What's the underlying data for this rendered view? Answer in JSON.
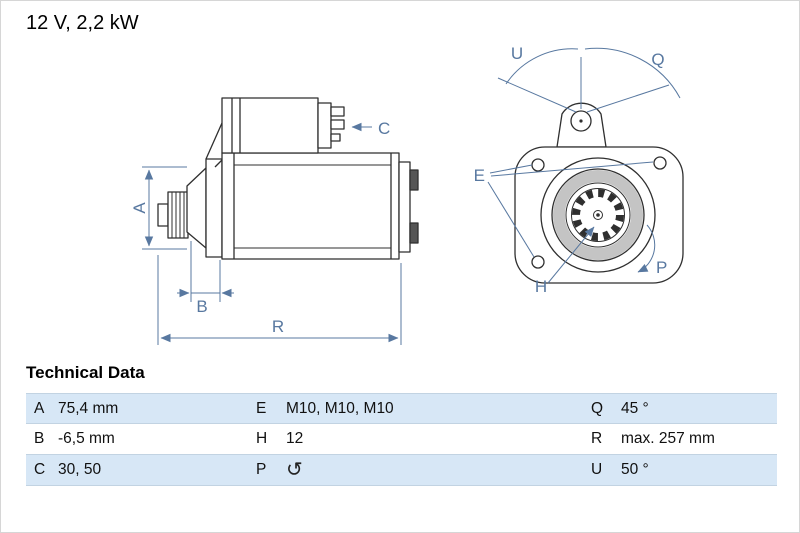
{
  "colors": {
    "accent_blue": "#5878a0",
    "row_highlight": "#d7e7f6",
    "drawing_line": "#2f2f2f"
  },
  "header": {
    "title": "12 V, 2,2 kW"
  },
  "diagram": {
    "side_view_labels": {
      "A": "A",
      "B": "B",
      "C": "C",
      "R": "R"
    },
    "front_view_labels": {
      "U": "U",
      "Q": "Q",
      "E": "E",
      "H": "H",
      "P": "P"
    }
  },
  "technical_data": {
    "heading": "Technical Data",
    "rows": [
      {
        "cells": [
          {
            "key": "A",
            "value": "75,4 mm"
          },
          {
            "key": "E",
            "value": "M10, M10, M10"
          },
          {
            "key": "Q",
            "value": "45 °"
          }
        ]
      },
      {
        "cells": [
          {
            "key": "B",
            "value": "-6,5 mm"
          },
          {
            "key": "H",
            "value": "12"
          },
          {
            "key": "R",
            "value": "max. 257 mm"
          }
        ]
      },
      {
        "cells": [
          {
            "key": "C",
            "value": "30, 50"
          },
          {
            "key": "P",
            "value": "",
            "icon": "rotation-ccw-icon",
            "glyph": "↺"
          },
          {
            "key": "U",
            "value": "50 °"
          }
        ]
      }
    ]
  }
}
